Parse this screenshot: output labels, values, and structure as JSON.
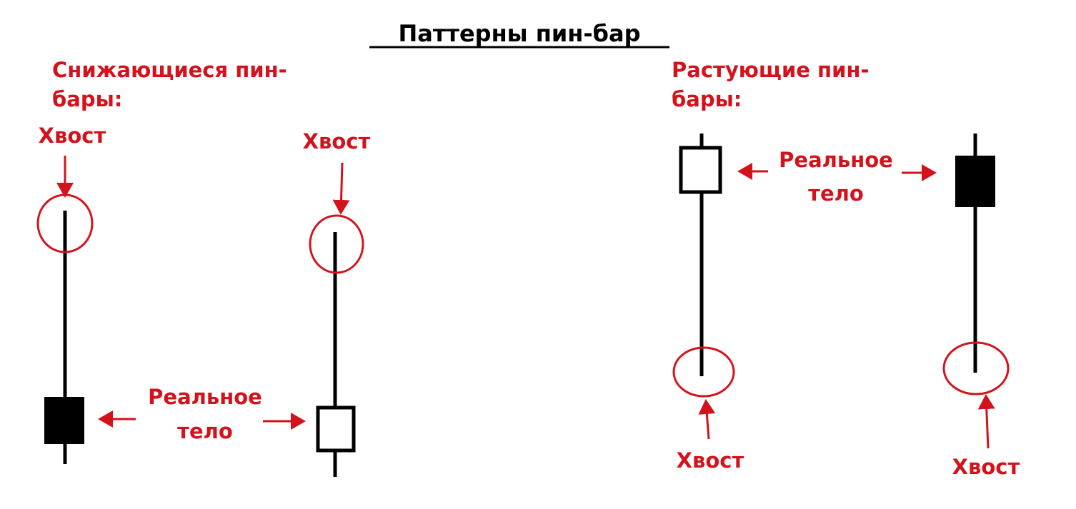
{
  "title": "Паттерны пин-бар",
  "bearish": {
    "heading_line1": "Снижающиеся пин-",
    "heading_line2": "бары:",
    "tail_label_1": "Хвост",
    "tail_label_2": "Хвост",
    "body_label_line1": "Реальное",
    "body_label_line2": "тело"
  },
  "bullish": {
    "heading_line1": "Растующие пин-",
    "heading_line2": "бары:",
    "tail_label_1": "Хвост",
    "tail_label_2": "Хвост",
    "body_label_line1": "Реальное",
    "body_label_line2": "тело"
  },
  "colors": {
    "accent": "#d3121c",
    "candle": "#000000"
  }
}
